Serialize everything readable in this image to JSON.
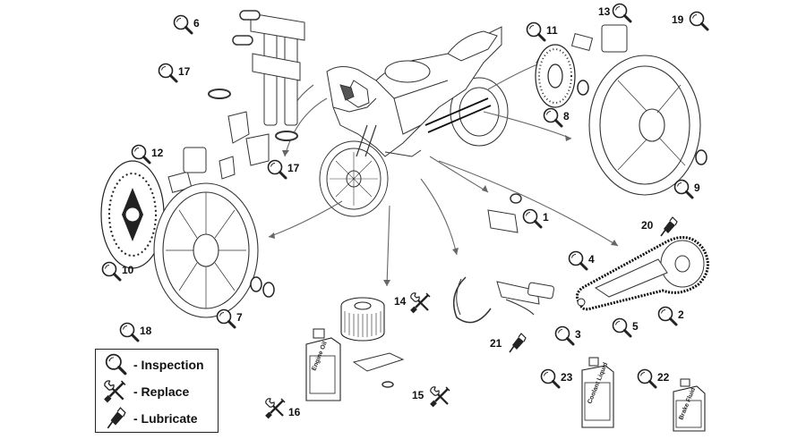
{
  "legend": {
    "items": [
      {
        "icon": "magnifier-icon",
        "label": "- Inspection"
      },
      {
        "icon": "wrench-screwdriver-icon",
        "label": "- Replace"
      },
      {
        "icon": "grease-gun-icon",
        "label": "- Lubricate"
      }
    ]
  },
  "bottles": {
    "engine_oil": "Engine Oil",
    "coolant_liquid": "Coolant Liquid",
    "brake_fluid": "Brake Fluid"
  },
  "callouts": [
    {
      "id": "1",
      "icon": "magnifier-icon"
    },
    {
      "id": "2",
      "icon": "magnifier-icon"
    },
    {
      "id": "3",
      "icon": "magnifier-icon"
    },
    {
      "id": "4",
      "icon": "magnifier-icon"
    },
    {
      "id": "5",
      "icon": "magnifier-icon"
    },
    {
      "id": "6",
      "icon": "magnifier-icon"
    },
    {
      "id": "7",
      "icon": "magnifier-icon"
    },
    {
      "id": "8",
      "icon": "magnifier-icon"
    },
    {
      "id": "9",
      "icon": "magnifier-icon"
    },
    {
      "id": "10",
      "icon": "magnifier-icon"
    },
    {
      "id": "11",
      "icon": "magnifier-icon"
    },
    {
      "id": "12",
      "icon": "magnifier-icon"
    },
    {
      "id": "13",
      "icon": "magnifier-icon"
    },
    {
      "id": "14",
      "icon": "wrench-screwdriver-icon"
    },
    {
      "id": "15",
      "icon": "wrench-screwdriver-icon"
    },
    {
      "id": "16",
      "icon": "wrench-screwdriver-icon"
    },
    {
      "id": "17",
      "icon": "magnifier-icon"
    },
    {
      "id": "17",
      "icon": "magnifier-icon"
    },
    {
      "id": "18",
      "icon": "magnifier-icon"
    },
    {
      "id": "19",
      "icon": "magnifier-icon"
    },
    {
      "id": "20",
      "icon": "grease-gun-icon"
    },
    {
      "id": "21",
      "icon": "grease-gun-icon"
    },
    {
      "id": "22",
      "icon": "magnifier-icon"
    },
    {
      "id": "23",
      "icon": "magnifier-icon"
    }
  ]
}
